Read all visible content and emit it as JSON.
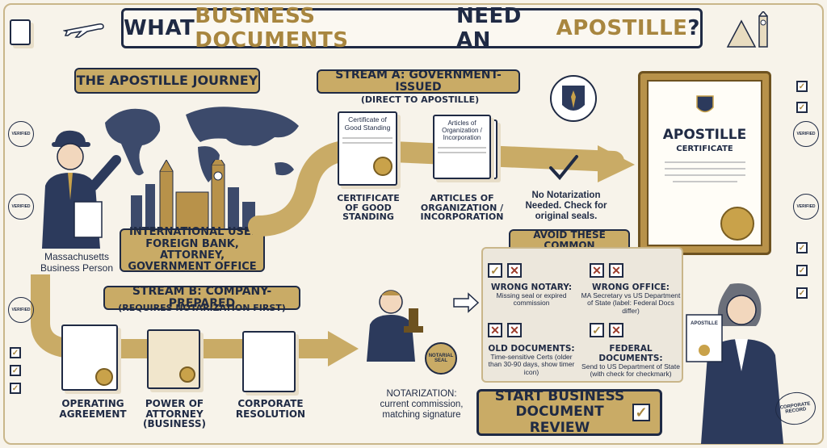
{
  "title": {
    "part1": "WHAT ",
    "part2": "BUSINESS DOCUMENTS",
    "part3": " NEED AN ",
    "part4": "APOSTILLE",
    "part5": "?"
  },
  "journey": {
    "label": "THE APOSTILLE JOURNEY",
    "person_caption": "Massachusetts Business Person",
    "international_use": "INTERNATIONAL USE: FOREIGN BANK, ATTORNEY, GOVERNMENT OFFICE"
  },
  "stream_a": {
    "label": "STREAM A: GOVERNMENT-ISSUED",
    "sublabel": "(DIRECT TO APOSTILLE)",
    "doc1_text": "Certificate of Good Standing",
    "doc1_caption": "CERTIFICATE OF GOOD STANDING",
    "doc2_text": "Articles of Organization / Incorporation",
    "doc2_caption": "ARTICLES OF ORGANIZATION / INCORPORATION",
    "note": "No Notarization Needed. Check for original seals."
  },
  "stream_b": {
    "label": "STREAM B: COMPANY-PREPARED",
    "sublabel": "(REQUIRES NOTARIZATION FIRST)",
    "doc1_caption": "OPERATING AGREEMENT",
    "doc2_caption": "POWER OF ATTORNEY (BUSINESS)",
    "doc3_caption": "CORPORATE RESOLUTION",
    "notarization_caption": "NOTARIZATION: current commission, matching signature",
    "notary_seal_text": "NOTARIAL SEAL"
  },
  "certificate": {
    "title": "APOSTILLE",
    "subtitle": "CERTIFICATE",
    "badge": "APOSTILLE"
  },
  "pitfalls": {
    "title": "AVOID THESE COMMON PITFALLS!",
    "items": [
      {
        "title": "WRONG NOTARY:",
        "text": "Missing seal or expired commission"
      },
      {
        "title": "WRONG OFFICE:",
        "text": "MA Secretary vs US Department of State (label: Federal Docs differ)"
      },
      {
        "title": "OLD DOCUMENTS:",
        "text": "Time-sensitive Certs (older than 30-90 days, show timer icon)"
      },
      {
        "title": "FEDERAL DOCUMENTS:",
        "text": "Send to US Department of State (with check for checkmark)"
      }
    ]
  },
  "cta": {
    "label": "START BUSINESS DOCUMENT REVIEW"
  },
  "stamps": {
    "verified": "VERIFIED",
    "corporate": "CORPORATE RECORD"
  },
  "colors": {
    "navy": "#1f2a44",
    "gold": "#c9ab66",
    "dark_gold": "#a8863f",
    "paper": "#f7f3ea",
    "red": "#9c3b2a"
  }
}
